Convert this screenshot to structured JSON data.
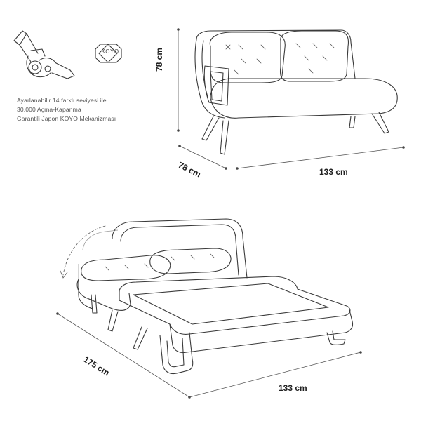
{
  "mechanism": {
    "caption_lines": [
      "Ayarlanabilir 14 farklı seviyesi ile",
      "30.000 Açma-Kapanma",
      "Garantili Japon KOYO Mekanizması"
    ],
    "badge_text": "KOYO",
    "icon": "recliner-mechanism-icon"
  },
  "sofa_view": {
    "height_label": "78 cm",
    "depth_label": "78 cm",
    "width_label": "133 cm"
  },
  "bed_view": {
    "length_label": "175 cm",
    "width_label": "133 cm"
  }
}
